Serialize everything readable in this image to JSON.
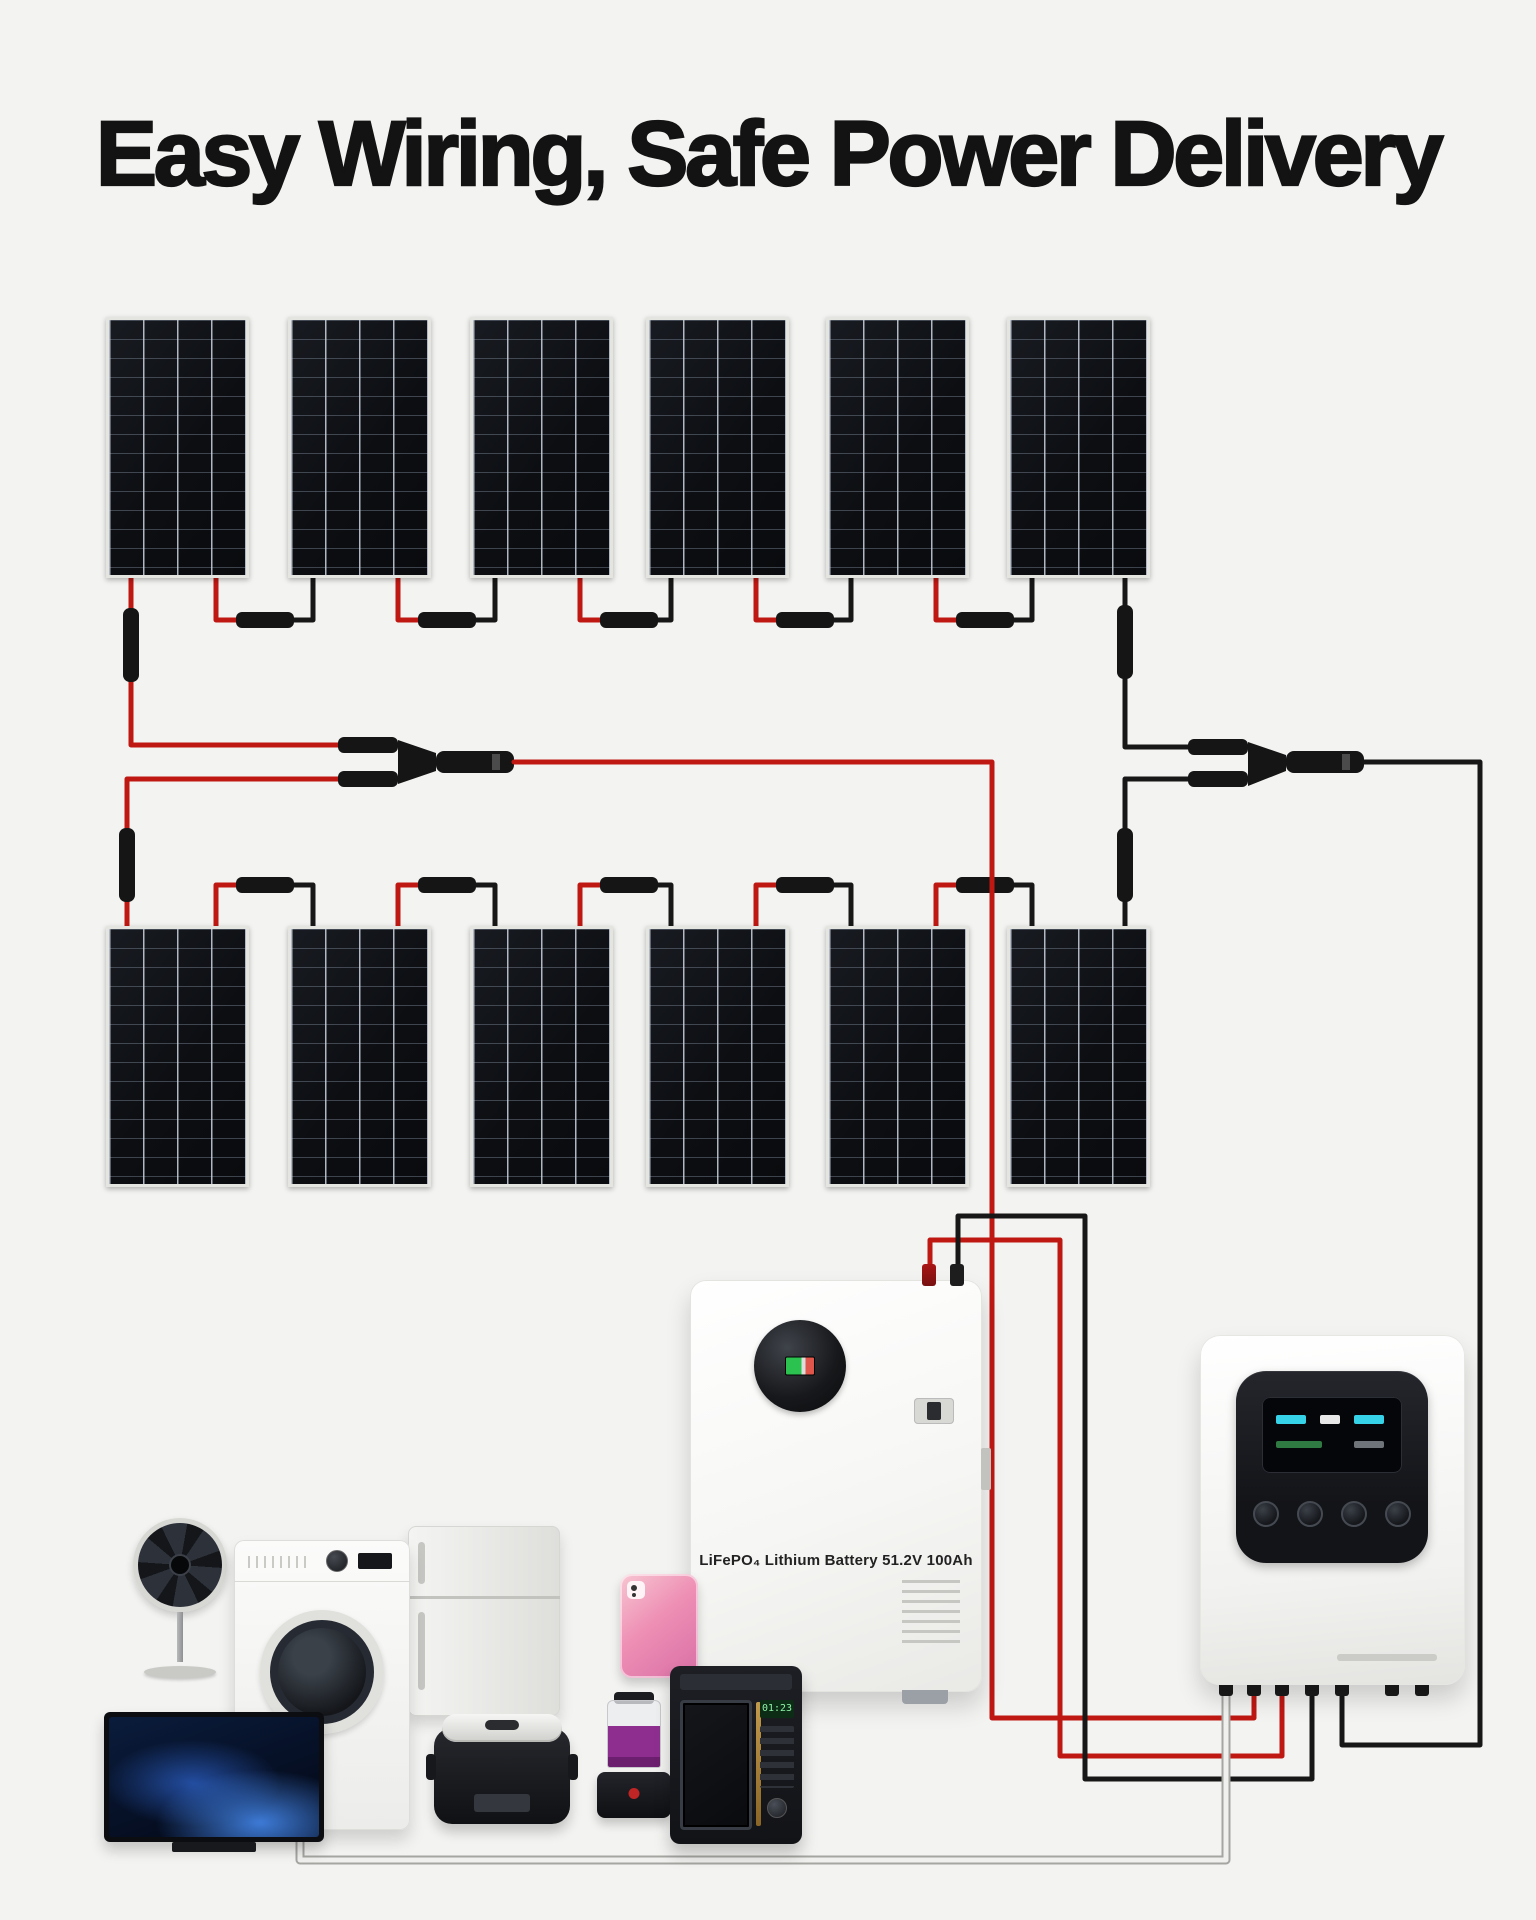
{
  "page": {
    "title": "Easy Wiring, Safe Power Delivery",
    "background": "#f3f3f1"
  },
  "colors": {
    "wire_red": "#bf1813",
    "wire_black": "#171717",
    "wire_ac": "#f0f0ee",
    "connector_black": "#151515",
    "panel_frame": "#e4e4e0",
    "panel_cell": "#0c0e12"
  },
  "solar_array": {
    "rows": 2,
    "panels_per_row": 6
  },
  "battery": {
    "label": "LiFePO₄ Lithium Battery 51.2V 100Ah"
  },
  "appliances": {
    "microwave_display": "01:23",
    "items": [
      "standing-fan",
      "washing-machine",
      "refrigerator",
      "tablet",
      "television",
      "rice-cooker",
      "blender",
      "microwave-oven"
    ]
  }
}
